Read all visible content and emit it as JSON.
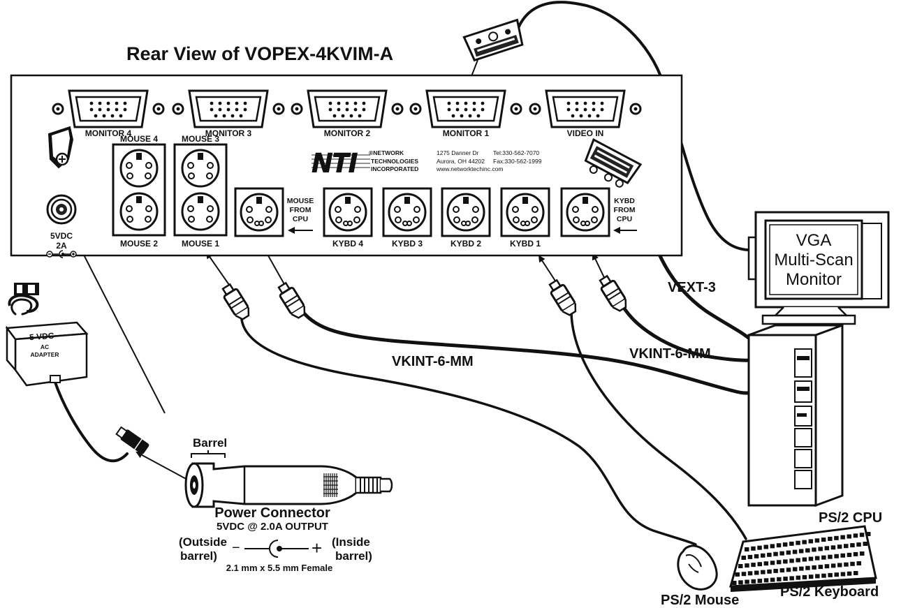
{
  "title": "Rear View of VOPEX-4KVIM-A",
  "vga_ports": [
    "MONITOR 4",
    "MONITOR 3",
    "MONITOR 2",
    "MONITOR 1",
    "VIDEO IN"
  ],
  "mouse_ports": {
    "top": [
      "MOUSE 4",
      "MOUSE 3"
    ],
    "bottom": [
      "MOUSE 2",
      "MOUSE 1"
    ]
  },
  "mouse_from_cpu": [
    "MOUSE",
    "FROM",
    "CPU"
  ],
  "kybd_from_cpu": [
    "KYBD",
    "FROM",
    "CPU"
  ],
  "kybd_ports": [
    "KYBD 4",
    "KYBD 3",
    "KYBD 2",
    "KYBD 1"
  ],
  "power_jack": {
    "voltage": "5VDC",
    "current": "2A"
  },
  "logo": {
    "mark": "NTI",
    "company": [
      "®NETWORK",
      "TECHNOLOGIES",
      "INCORPORATED"
    ],
    "address": [
      "1275 Danner Dr",
      "Aurora, OH 44202"
    ],
    "phone": [
      "Tel:330-562-7070",
      "Fax:330-562-1999"
    ],
    "web": "www.networktechinc.com"
  },
  "monitor": {
    "lines": [
      "VGA",
      "Multi-Scan",
      "Monitor"
    ]
  },
  "adapter": {
    "voltage": "5 VDC",
    "lines": [
      "AC",
      "ADAPTER"
    ]
  },
  "cables": {
    "video": "VEXT-3",
    "kvm_left": "VKINT-6-MM",
    "kvm_right": "VKINT-6-MM"
  },
  "devices": {
    "cpu": "PS/2 CPU",
    "keyboard": "PS/2 Keyboard",
    "mouse": "PS/2 Mouse"
  },
  "power_connector": {
    "barrel": "Barrel",
    "title": "Power Connector",
    "subtitle": "5VDC @ 2.0A OUTPUT",
    "outside": [
      "(Outside",
      "barrel)"
    ],
    "inside": [
      "(Inside",
      "barrel)"
    ],
    "minus": "−",
    "plus": "+",
    "size": "2.1 mm x 5.5 mm Female"
  }
}
